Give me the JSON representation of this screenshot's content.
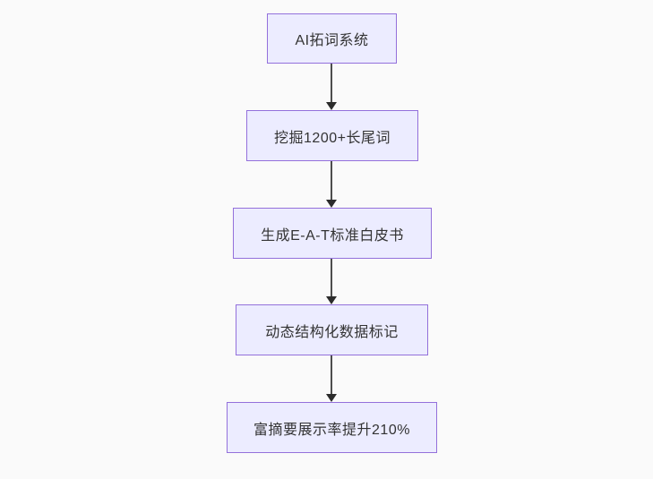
{
  "colors": {
    "page_background": "#fafafa",
    "node_fill": "#ECECFF",
    "node_border": "#9370DB",
    "text_color": "#333333",
    "arrow_line": "#4d4d4d",
    "arrow_head": "#2b2b2b"
  },
  "flowchart": {
    "direction": "top-down",
    "nodes": [
      {
        "label": "AI拓词系统"
      },
      {
        "label": "挖掘1200+长尾词"
      },
      {
        "label": "生成E-A-T标准白皮书"
      },
      {
        "label": "动态结构化数据标记"
      },
      {
        "label": "富摘要展示率提升210%"
      }
    ],
    "edges": [
      {
        "from": 0,
        "to": 1
      },
      {
        "from": 1,
        "to": 2
      },
      {
        "from": 2,
        "to": 3
      },
      {
        "from": 3,
        "to": 4
      }
    ]
  }
}
